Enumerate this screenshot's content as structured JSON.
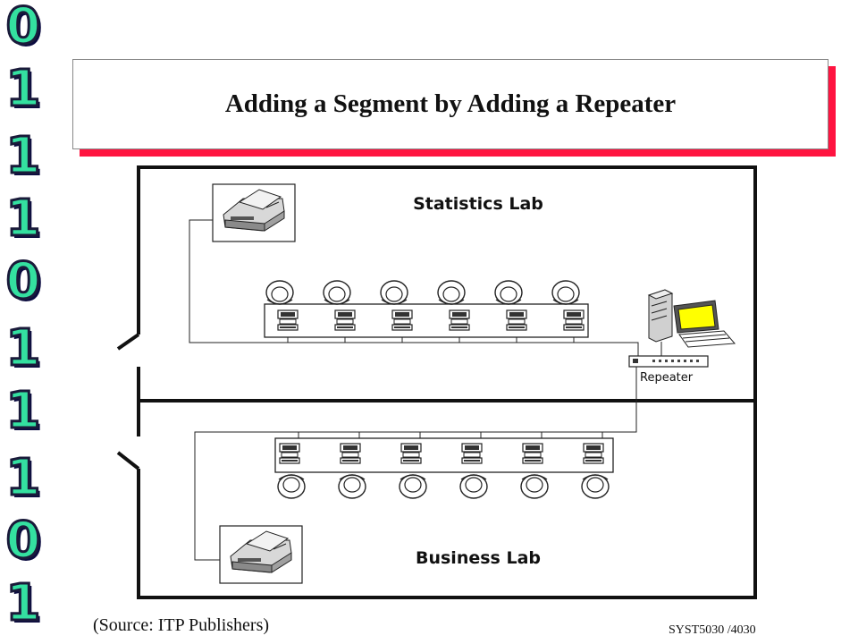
{
  "slide": {
    "title": "Adding a Segment by Adding a Repeater",
    "source": "(Source: ITP Publishers)",
    "course": "SYST5030 /4030",
    "binary_digits": [
      "0",
      "1",
      "1",
      "1",
      "0",
      "1",
      "1",
      "1",
      "0",
      "1"
    ]
  },
  "diagram": {
    "lab_top": "Statistics Lab",
    "lab_bottom": "Business Lab",
    "repeater_label": "Repeater",
    "workstations_per_lab": 6,
    "colors": {
      "binary_fill": "#34e0a0",
      "title_shadow": "#ff1440",
      "monitor_screen": "#ffff00"
    },
    "icons": [
      "printer-icon",
      "workstation-icon",
      "chair-icon",
      "server-computer-icon",
      "repeater-icon"
    ]
  }
}
